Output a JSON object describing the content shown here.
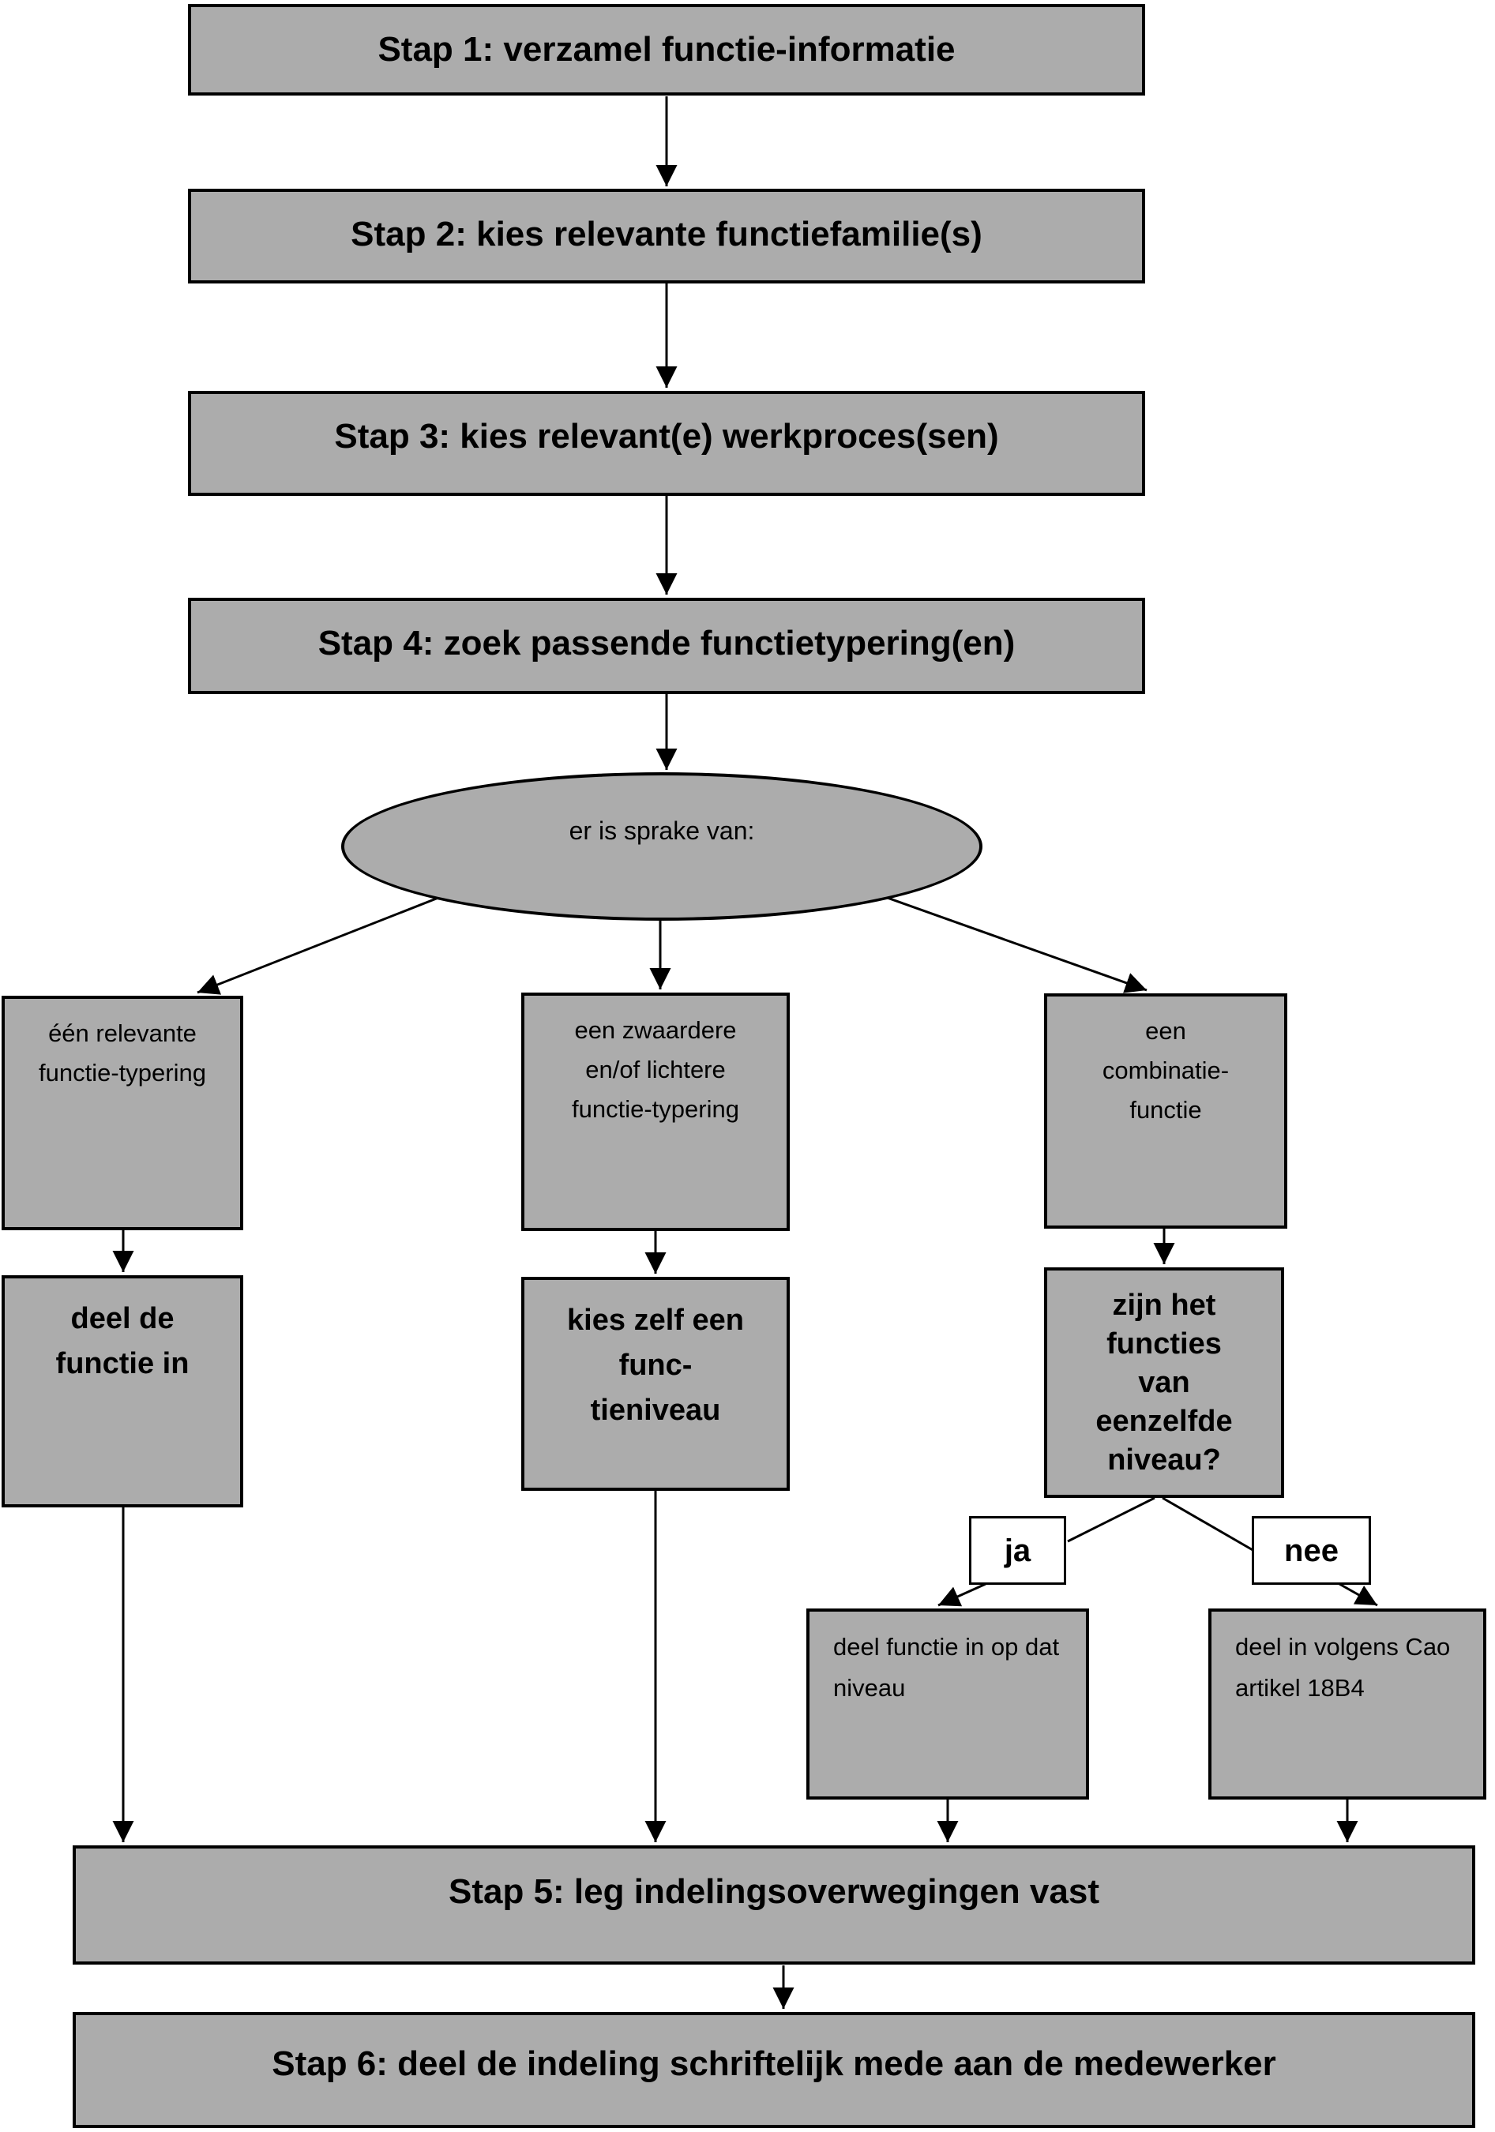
{
  "colors": {
    "node_fill": "#acacac",
    "node_border": "#000000",
    "yesno_fill": "#ffffff",
    "text": "#000000",
    "background": "#ffffff"
  },
  "steps": {
    "step1": "Stap 1: verzamel functie-informatie",
    "step2": "Stap 2: kies relevante functiefamilie(s)",
    "step3": "Stap 3: kies relevant(e) werkproces(sen)",
    "step4": "Stap 4: zoek passende functietypering(en)",
    "step5": "Stap 5: leg indelingsoverwegingen vast",
    "step6": "Stap 6: deel de indeling schriftelijk mede aan de medewerker"
  },
  "decision_ellipse": {
    "label": "er is sprake van:"
  },
  "branches": {
    "single": "één relevante\nfunctie-typering",
    "heavier_lighter": "een zwaardere\nen/of lichtere\nfunctie-typering",
    "combination": "een\ncombinatie-\nfunctie"
  },
  "actions": {
    "classify": "deel de\nfunctie in",
    "choose_level": "kies zelf een\nfunc-\ntieniveau",
    "same_level_question": "zijn het\nfuncties\nvan\neenzelfde\nniveau?"
  },
  "decision_labels": {
    "yes": "ja",
    "no": "nee"
  },
  "results": {
    "yes": "deel functie in op dat\nniveau",
    "no": "deel in volgens Cao\nartikel 18B4"
  }
}
